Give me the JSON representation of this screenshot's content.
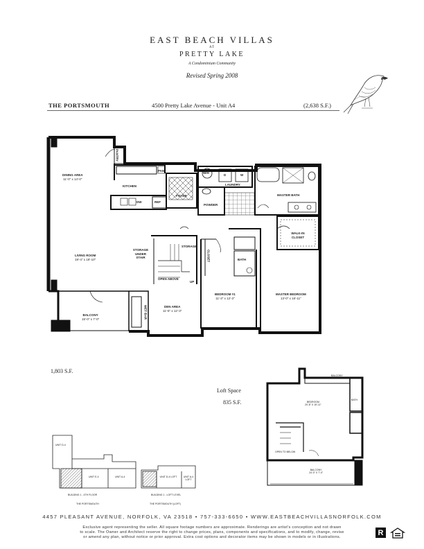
{
  "brand": {
    "title": "EAST BEACH VILLAS",
    "at": "AT",
    "subtitle": "PRETTY LAKE",
    "tagline": "A Condominium Community",
    "revised": "Revised Spring 2008"
  },
  "header": {
    "model": "THE PORTSMOUTH",
    "address": "4500 Pretty Lake Avenue  -  Unit A4",
    "total_sf": "(2,638 S.F.)"
  },
  "main_plan": {
    "rooms": [
      {
        "name": "DINING AREA",
        "dims": "11'-0\" x 14'-0\""
      },
      {
        "name": "KITCHEN",
        "dims": ""
      },
      {
        "name": "LIVING ROOM",
        "dims": "19'-4\" x 19'-10\""
      },
      {
        "name": "BALCONY",
        "dims": "15'-0\" x 7'-0\""
      },
      {
        "name": "DEN AREA",
        "dims": "11'-5\" x 12'-3\""
      },
      {
        "name": "BEDROOM #1",
        "dims": "11'-3\" x 12'-3\""
      },
      {
        "name": "MASTER BEDROOM",
        "dims": "13'-0\" x 16'-11\""
      }
    ],
    "labels": {
      "pantry": "PANTRY",
      "pan": "PAN",
      "dw": "DW",
      "ref": "REF",
      "foyer": "FOYER",
      "wh": "W/H",
      "d": "D",
      "w": "W",
      "laundry": "LAUNDRY",
      "powder": "POWDER",
      "master_bath": "MASTER BATH",
      "walkin_closet": "WALK-IN CLOSET",
      "closet": "CLOSET",
      "bath": "BATH",
      "storage": "STORAGE",
      "storage_under_stair": "STORAGE UNDER STAIR",
      "open_above": "OPEN ABOVE",
      "up": "UP",
      "wet_bar": "WET BAR"
    },
    "area": "1,803 S.F."
  },
  "loft": {
    "title": "Loft Space",
    "area": "835 S.F.",
    "labels": {
      "balcony_top": "BALCONY",
      "bedroom": "BEDROOM",
      "bedroom_dims": "20'-8\" X 15'-11\"",
      "bath": "BATH",
      "open_to_below": "OPEN TO BELOW",
      "balcony": "BALCONY",
      "balcony_dims": "24'-0\" X 7'-0\""
    }
  },
  "key_plans": {
    "building_left": {
      "units": [
        "UNIT D-4",
        "UNIT E-4",
        "UNIT A-4"
      ],
      "caption1": "BUILDING 1 - 4TH FLOOR",
      "caption2": "THE PORTSMOUTH"
    },
    "building_right": {
      "units": [
        "UNIT D-4 LOFT",
        "UNIT A-4 LOFT"
      ],
      "caption1": "BUILDING 1 - LOFT LEVEL",
      "caption2": "THE PORTSMOUTH (LOFT)"
    }
  },
  "footer": {
    "address": "4457 PLEASANT AVENUE, NORFOLK, VA 23518 • 757-333-6650 • WWW.EASTBEACHVILLASNORFOLK.COM",
    "disclaimer": [
      "Exclusive agent representing the seller. All square footage numbers are approximate. Renderings are artist's conception and not drawn",
      "to scale. The Owner and Architect reserve the right to change prices, plans, components and specifications, and to modify, change, revise",
      "or amend any plan, without notice or prior approval. Extra cost options and decorator items may be shown in models or in illustrations."
    ],
    "logos": [
      "REALTOR",
      "EQUAL HOUSING OPPORTUNITY"
    ]
  },
  "colors": {
    "ink": "#222222",
    "wall": "#111111",
    "hatch": "#888888"
  }
}
